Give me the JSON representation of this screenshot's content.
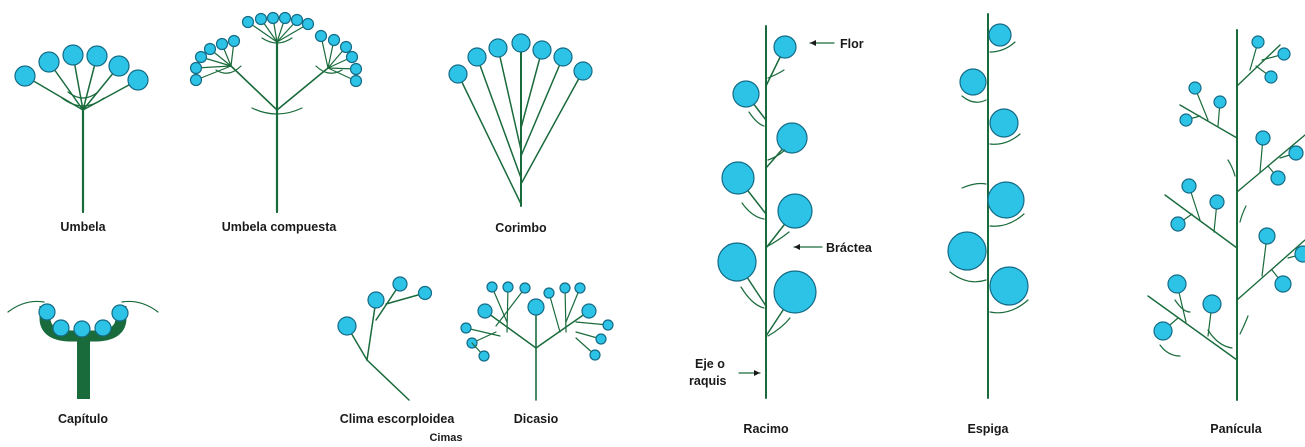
{
  "colors": {
    "stem": "#1a6b3c",
    "flower_fill": "#2cc3e6",
    "flower_stroke": "#146b86",
    "receptacle": "#1a6b3c",
    "text": "#1a1a1a"
  },
  "labels": {
    "umbela": "Umbela",
    "umbela_compuesta": "Umbela compuesta",
    "corimbo": "Corimbo",
    "capitulo": "Capítulo",
    "cima_escorpioidea": "Clima escorploidea",
    "cimas": "Cimas",
    "dicasio": "Dicasio",
    "racimo": "Racimo",
    "espiga": "Espiga",
    "panicula": "Panícula"
  },
  "annotations": {
    "flor": "Flor",
    "bractea": "Bráctea",
    "eje_line1": "Eje o",
    "eje_line2": "raquis"
  }
}
